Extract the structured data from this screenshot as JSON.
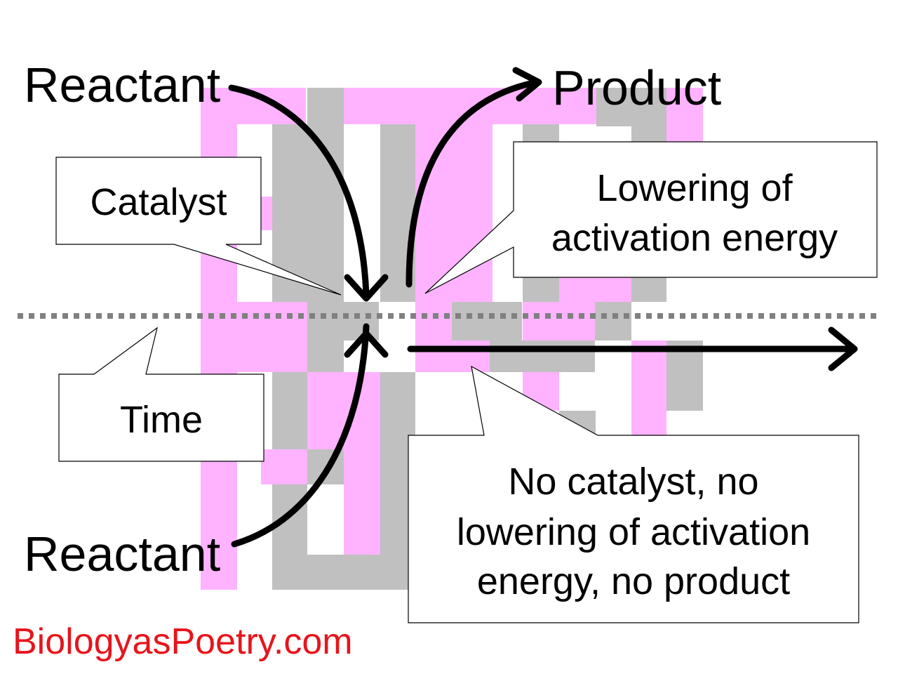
{
  "labels": {
    "reactant_top": "Reactant",
    "product": "Product",
    "reactant_bottom": "Reactant"
  },
  "callouts": {
    "catalyst": "Catalyst",
    "lowering": [
      "Lowering of",
      "activation energy"
    ],
    "time": "Time",
    "no_catalyst": [
      "No catalyst, no",
      "lowering of activation",
      "energy, no product"
    ]
  },
  "footer": {
    "text": "BiologyasPoetry.com",
    "color": "#e8141c"
  },
  "colors": {
    "pink": "#ffb3ff",
    "gray": "#c0c0c0",
    "dotted_line": "#808080",
    "arrow": "#000000"
  }
}
